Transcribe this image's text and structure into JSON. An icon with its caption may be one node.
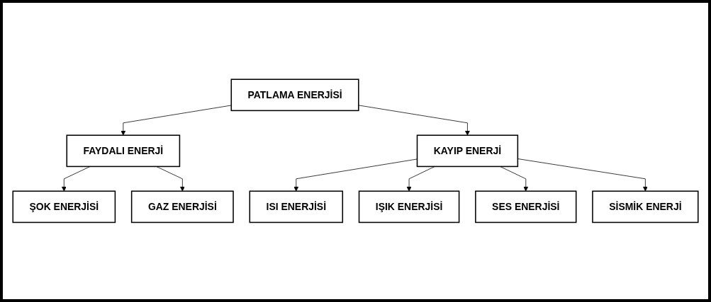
{
  "diagram": {
    "nodes": [
      {
        "text": [
          "PATLAMA ENERJİSİ"
        ]
      },
      {
        "text": [
          "FAYDALI ENERJİ"
        ]
      },
      {
        "text": [
          "KAYIP ENERJİ"
        ]
      },
      {
        "text": [
          "ŞOK ENERJİSİ"
        ]
      },
      {
        "text": [
          "GAZ ENERJİSİ"
        ]
      },
      {
        "text": [
          "ISI ENERJİSİ"
        ]
      },
      {
        "text": [
          "IŞIK ENERJİSİ"
        ]
      },
      {
        "text": [
          "SES ENERJİSİ"
        ]
      },
      {
        "text": [
          "SİSMİK ENERJİ"
        ]
      }
    ],
    "edges": [
      {
        "from": 0,
        "to": 1,
        "arrow": "to"
      },
      {
        "from": 0,
        "to": 2,
        "arrow": "to"
      },
      {
        "from": 1,
        "to": 3,
        "arrow": "to"
      },
      {
        "from": 1,
        "to": 4,
        "arrow": "to"
      },
      {
        "from": 2,
        "to": 5,
        "arrow": "to"
      },
      {
        "from": 2,
        "to": 6,
        "arrow": "to"
      },
      {
        "from": 2,
        "to": 7,
        "arrow": "to"
      },
      {
        "from": 2,
        "to": 8,
        "arrow": "to"
      }
    ]
  }
}
